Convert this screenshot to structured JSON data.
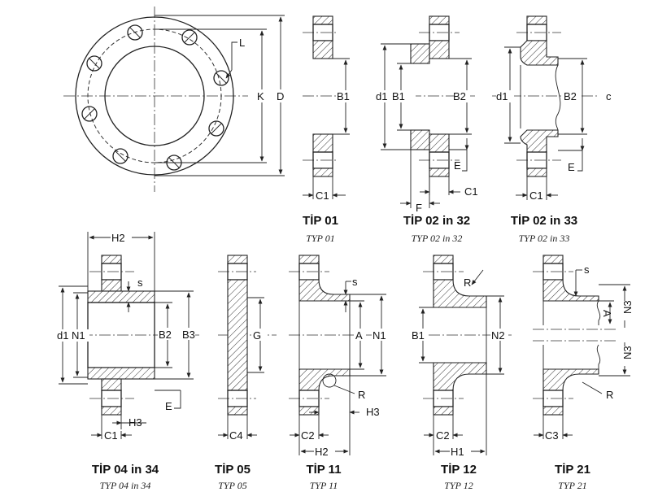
{
  "figures": [
    {
      "title": "TİP 01",
      "subtitle": "TYP 01"
    },
    {
      "title": "TİP 02 in 32",
      "subtitle": "TYP 02 in 32"
    },
    {
      "title": "TİP 02 in 33",
      "subtitle": "TYP 02 in 33"
    },
    {
      "title": "TİP 04 in 34",
      "subtitle": "TYP 04 in 34"
    },
    {
      "title": "TİP 05",
      "subtitle": "TYP 05"
    },
    {
      "title": "TİP 11",
      "subtitle": "TYP 11"
    },
    {
      "title": "TİP 12",
      "subtitle": "TYP 12"
    },
    {
      "title": "TİP 21",
      "subtitle": "TYP 21"
    }
  ],
  "labels": {
    "L": "L",
    "K": "K",
    "D": "D",
    "B1": "B1",
    "C1": "C1",
    "d1": "d1",
    "B2": "B2",
    "E": "E",
    "F": "F",
    "c": "c",
    "H2": "H2",
    "s": "s",
    "N1": "N1",
    "B3": "B3",
    "H3": "H3",
    "G": "G",
    "C4": "C4",
    "A": "A",
    "R": "R",
    "C2": "C2",
    "N2": "N2",
    "H1": "H1",
    "N3": "N3",
    "C3": "C3"
  }
}
